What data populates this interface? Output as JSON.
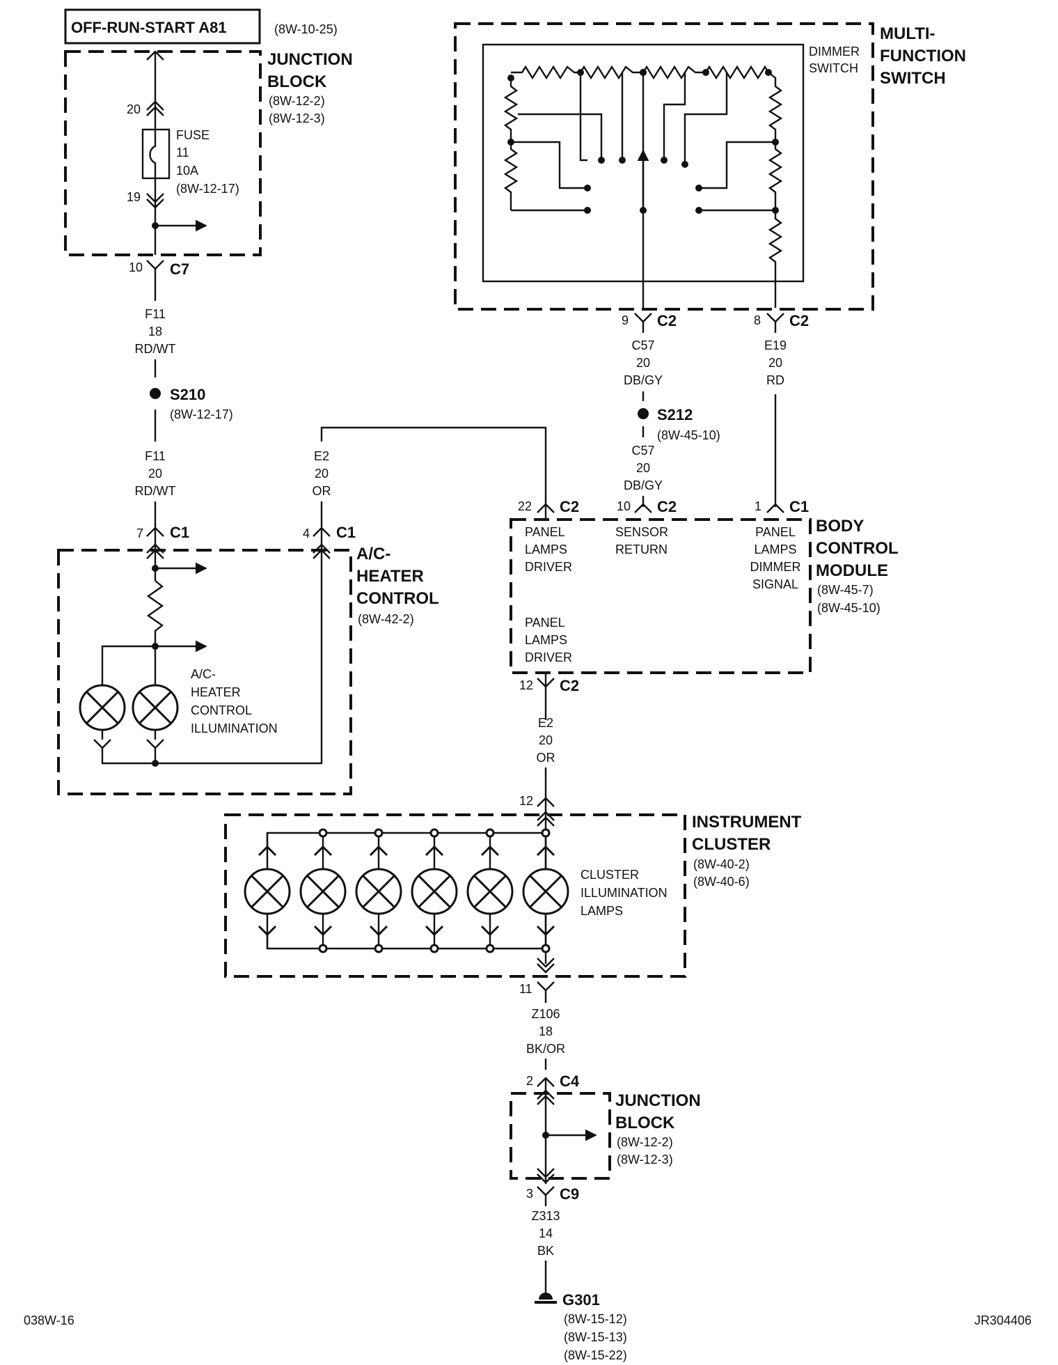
{
  "header": {
    "source_box": "OFF-RUN-START A81",
    "source_ref": "(8W-10-25)"
  },
  "junction_block_top": {
    "title_lines": [
      "JUNCTION",
      "BLOCK"
    ],
    "refs": [
      "(8W-12-2)",
      "(8W-12-3)"
    ],
    "fuse_lines": [
      "FUSE",
      "11",
      "10A",
      "(8W-12-17)"
    ],
    "pin_in": "20",
    "pin_out": "19"
  },
  "c7": {
    "pin": "10",
    "name": "C7"
  },
  "wire_f11_upper": [
    "F11",
    "18",
    "RD/WT"
  ],
  "splice_s210": {
    "name": "S210",
    "ref": "(8W-12-17)"
  },
  "wire_f11_lower": [
    "F11",
    "20",
    "RD/WT"
  ],
  "wire_e2_upper": [
    "E2",
    "20",
    "OR"
  ],
  "ac_heater": {
    "title_lines": [
      "A/C-",
      "HEATER",
      "CONTROL"
    ],
    "ref": "(8W-42-2)",
    "pin7": "7",
    "pin7_conn": "C1",
    "pin4": "4",
    "pin4_conn": "C1",
    "lamp_label": [
      "A/C-",
      "HEATER",
      "CONTROL",
      "ILLUMINATION"
    ]
  },
  "mfs": {
    "title_lines": [
      "MULTI-",
      "FUNCTION",
      "SWITCH"
    ],
    "dimmer_label": [
      "DIMMER",
      "SWITCH"
    ],
    "pin9": "9",
    "pin9_conn": "C2",
    "pin8": "8",
    "pin8_conn": "C2"
  },
  "wire_c57_upper": [
    "C57",
    "20",
    "DB/GY"
  ],
  "wire_e19": [
    "E19",
    "20",
    "RD"
  ],
  "splice_s212": {
    "name": "S212",
    "ref": "(8W-45-10)"
  },
  "wire_c57_lower": [
    "C57",
    "20",
    "DB/GY"
  ],
  "bcm": {
    "title_lines": [
      "BODY",
      "CONTROL",
      "MODULE"
    ],
    "refs": [
      "(8W-45-7)",
      "(8W-45-10)"
    ],
    "pin22": "22",
    "pin22_conn": "C2",
    "pin10": "10",
    "pin10_conn": "C2",
    "pin1": "1",
    "pin1_conn": "C1",
    "pin12": "12",
    "pin12_conn": "C2",
    "label_driver_top": [
      "PANEL",
      "LAMPS",
      "DRIVER"
    ],
    "label_sensor": [
      "SENSOR",
      "RETURN"
    ],
    "label_dimmer": [
      "PANEL",
      "LAMPS",
      "DIMMER",
      "SIGNAL"
    ],
    "label_driver_bottom": [
      "PANEL",
      "LAMPS",
      "DRIVER"
    ]
  },
  "wire_e2_lower": [
    "E2",
    "20",
    "OR"
  ],
  "cluster": {
    "title_lines": [
      "INSTRUMENT",
      "CLUSTER"
    ],
    "refs": [
      "(8W-40-2)",
      "(8W-40-6)"
    ],
    "pin_in": "12",
    "pin_out": "11",
    "lamp_label": [
      "CLUSTER",
      "ILLUMINATION",
      "LAMPS"
    ]
  },
  "wire_z106": [
    "Z106",
    "18",
    "BK/OR"
  ],
  "junction_block_bottom": {
    "title_lines": [
      "JUNCTION",
      "BLOCK"
    ],
    "refs": [
      "(8W-12-2)",
      "(8W-12-3)"
    ],
    "pin2": "2",
    "pin2_conn": "C4",
    "pin3": "3",
    "pin3_conn": "C9"
  },
  "wire_z313": [
    "Z313",
    "14",
    "BK"
  ],
  "ground": {
    "name": "G301",
    "refs": [
      "(8W-15-12)",
      "(8W-15-13)",
      "(8W-15-22)"
    ]
  },
  "footer": {
    "left_code": "038W-16",
    "right_code": "JR304406"
  }
}
